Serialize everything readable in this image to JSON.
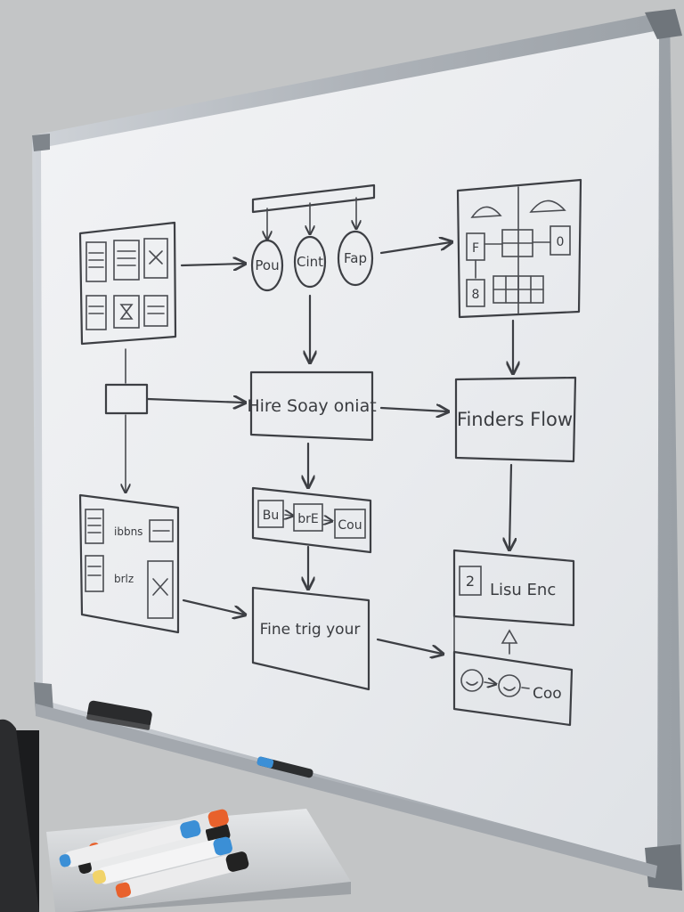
{
  "diagram": {
    "circles": [
      "Pou",
      "Cint",
      "Fap"
    ],
    "top_right_labels": [
      "F",
      "0",
      "8"
    ],
    "middle_box": "Hire Soay oniat",
    "right_box": "Finders Flow",
    "chain": [
      "Bu",
      "brE",
      "Cou"
    ],
    "bottom_left_labels": [
      "ibbns",
      "brlz"
    ],
    "bottom_box": "Fine trig your",
    "bottom_right_top": {
      "number": "2",
      "text": "Lisu Enc"
    },
    "bottom_right_bottom": "Coo"
  },
  "colors": {
    "wall": "#c2c4c5",
    "board": "#eef0f2",
    "frame": "#b9bdc2",
    "ink": "#3d3f44",
    "marker_orange": "#e8612c",
    "marker_blue": "#3b8fd6",
    "marker_black": "#222222",
    "marker_yellow": "#f1d36a"
  }
}
